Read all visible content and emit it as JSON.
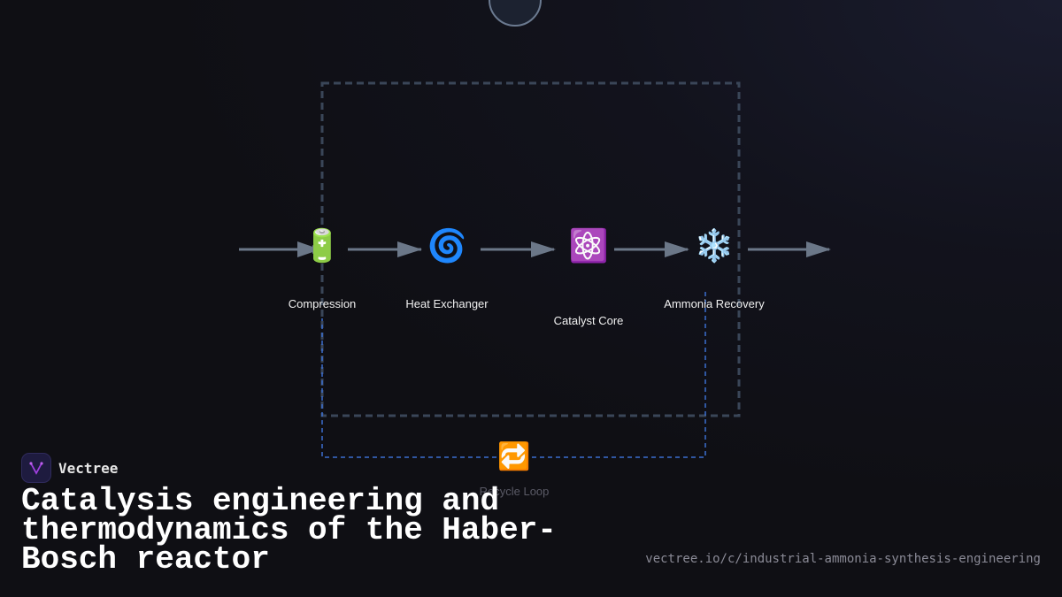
{
  "diagram": {
    "nodes": [
      {
        "label": "Compression",
        "icon": "battery-icon",
        "glyph": "🔋"
      },
      {
        "label": "Heat Exchanger",
        "icon": "cyclone-icon",
        "glyph": "🌀"
      },
      {
        "label": "Catalyst Core",
        "icon": "atom-icon",
        "glyph": "⚛️"
      },
      {
        "label": "Ammonia Recovery",
        "icon": "snowflake-icon",
        "glyph": "❄️"
      },
      {
        "label": "Recycle Loop",
        "icon": "repeat-icon",
        "glyph": "🔁"
      }
    ],
    "colors": {
      "arrow": "#6b7788",
      "reactor_box": "#3a4658",
      "recycle_loop": "#3b6fd0"
    }
  },
  "brand": {
    "name": "Vectree"
  },
  "title": "Catalysis engineering and thermodynamics of the Haber-Bosch reactor",
  "url": "vectree.io/c/industrial-ammonia-synthesis-engineering"
}
